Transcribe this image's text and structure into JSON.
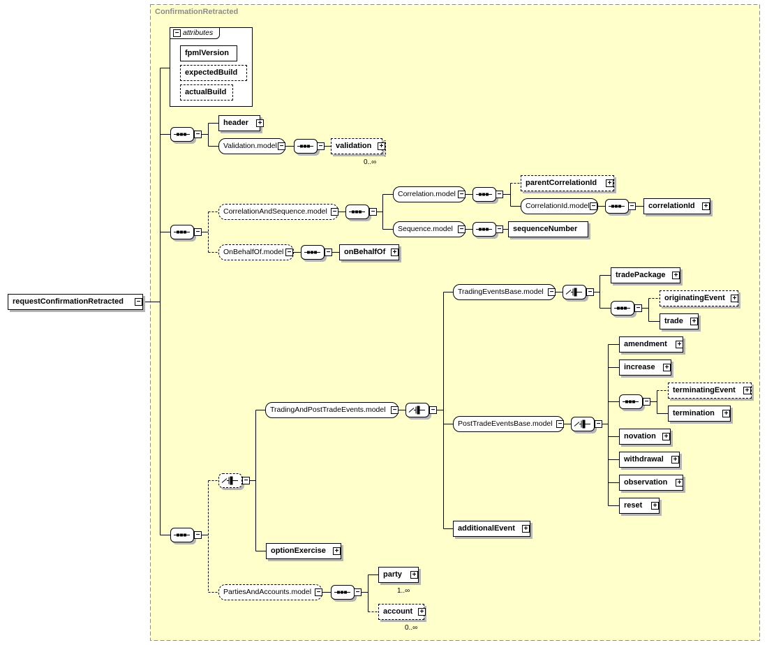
{
  "title": "ConfirmationRetracted",
  "root": "requestConfirmationRetracted",
  "attributes": {
    "label": "attributes",
    "items": [
      "fpmlVersion",
      "expectedBuild",
      "actualBuild"
    ]
  },
  "elements": {
    "header": "header",
    "validation_model": "Validation.model",
    "validation": "validation",
    "correlation_and_sequence_model": "CorrelationAndSequence.model",
    "correlation_model": "Correlation.model",
    "parent_correlation_id": "parentCorrelationId",
    "correlation_id_model": "CorrelationId.model",
    "correlation_id": "correlationId",
    "sequence_model": "Sequence.model",
    "sequence_number": "sequenceNumber",
    "on_behalf_of_model": "OnBehalfOf.model",
    "on_behalf_of": "onBehalfOf",
    "trading_events_base_model": "TradingEventsBase.model",
    "trade_package": "tradePackage",
    "originating_event": "originatingEvent",
    "trade": "trade",
    "trading_and_post_trade_events_model": "TradingAndPostTradeEvents.model",
    "post_trade_events_base_model": "PostTradeEventsBase.model",
    "amendment": "amendment",
    "increase": "increase",
    "terminating_event": "terminatingEvent",
    "termination": "termination",
    "novation": "novation",
    "withdrawal": "withdrawal",
    "observation": "observation",
    "reset": "reset",
    "additional_event": "additionalEvent",
    "option_exercise": "optionExercise",
    "parties_and_accounts_model": "PartiesAndAccounts.model",
    "party": "party",
    "account": "account"
  },
  "cardinalities": {
    "validation": "0..∞",
    "party": "1..∞",
    "account": "0..∞"
  },
  "colors": {
    "frame_bg": "#ffffcc",
    "frame_border": "#8c8c8c",
    "title_text": "#8c8c8c"
  }
}
